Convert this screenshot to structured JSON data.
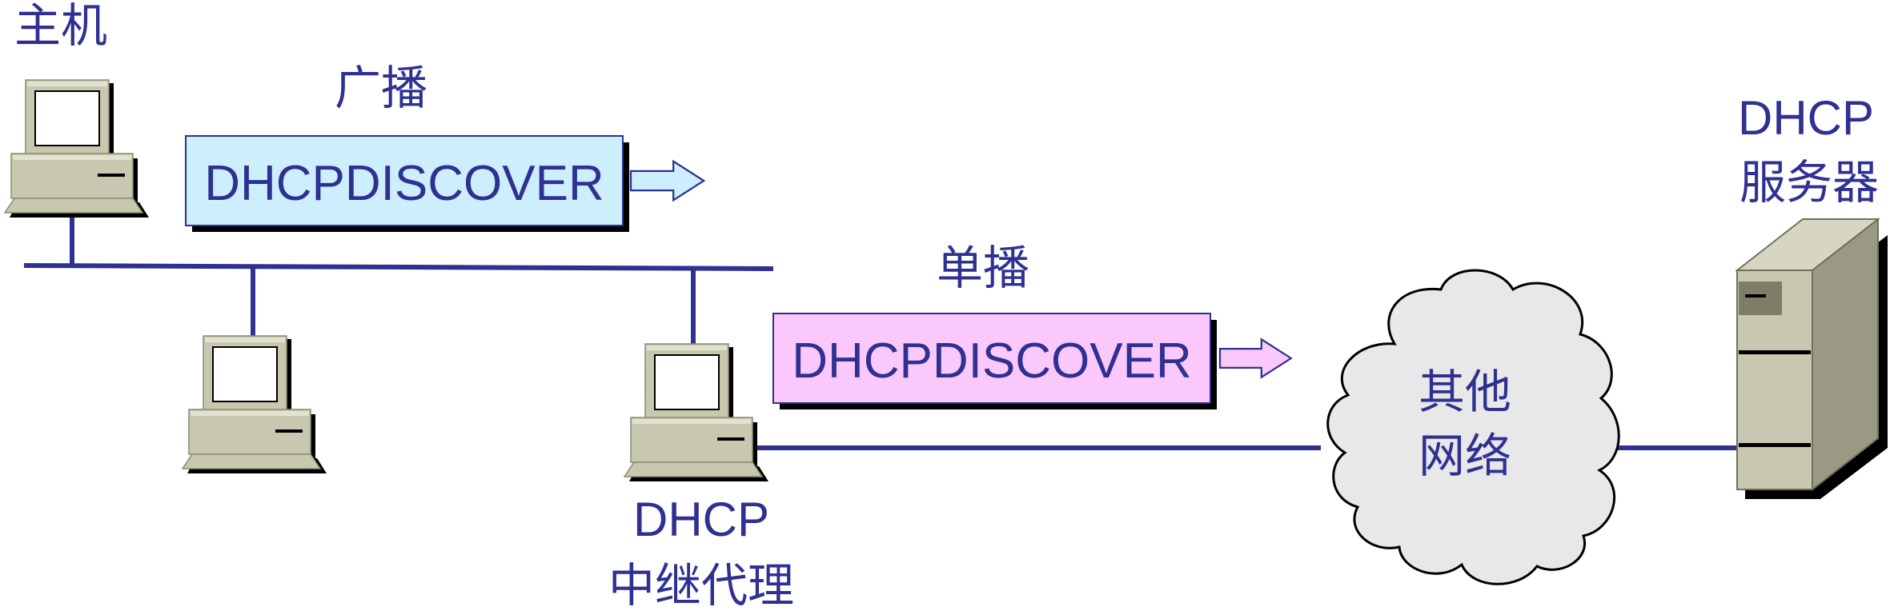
{
  "labels": {
    "host": "主机",
    "broadcast": "广播",
    "unicast": "单播",
    "server_line1": "DHCP",
    "server_line2": "服务器",
    "relay_line1": "DHCP",
    "relay_line2": "中继代理",
    "cloud_line1": "其他",
    "cloud_line2": "网络"
  },
  "messages": {
    "broadcast_message": "DHCPDISCOVER",
    "unicast_message": "DHCPDISCOVER"
  },
  "colors": {
    "text": "#2e3192",
    "line": "#2e3192",
    "broadcast_box": "#cdeefc",
    "unicast_box": "#fbc8fb",
    "computer_body": "#c8c8b0",
    "cloud_fill": "#e8e8e8"
  },
  "icons": {
    "host_computer": "desktop-computer-icon",
    "server": "server-tower-icon",
    "network": "cloud-icon"
  }
}
